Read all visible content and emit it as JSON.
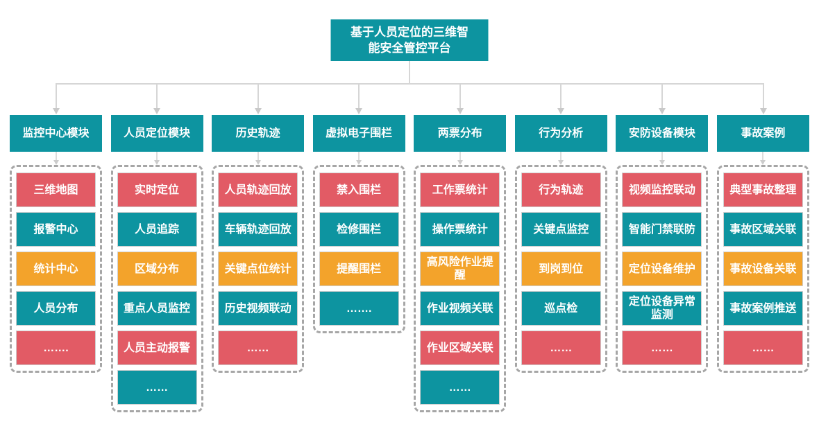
{
  "root": {
    "title": "基于人员定位的三维智能安全管控平台"
  },
  "colors": {
    "teal": "#0D94A0",
    "red": "#E25B65",
    "orange": "#F3A32B",
    "connector": "#d6d6d6",
    "dashed_border": "#a6a6a6"
  },
  "modules": [
    {
      "label": "监控中心模块",
      "items": [
        {
          "label": "三维地图",
          "color": "red"
        },
        {
          "label": "报警中心",
          "color": "teal"
        },
        {
          "label": "统计中心",
          "color": "orange"
        },
        {
          "label": "人员分布",
          "color": "teal"
        },
        {
          "label": "…….",
          "color": "red"
        }
      ]
    },
    {
      "label": "人员定位模块",
      "items": [
        {
          "label": "实时定位",
          "color": "red"
        },
        {
          "label": "人员追踪",
          "color": "teal"
        },
        {
          "label": "区域分布",
          "color": "orange"
        },
        {
          "label": "重点人员监控",
          "color": "teal"
        },
        {
          "label": "人员主动报警",
          "color": "red"
        },
        {
          "label": "……",
          "color": "teal"
        }
      ]
    },
    {
      "label": "历史轨迹",
      "items": [
        {
          "label": "人员轨迹回放",
          "color": "red"
        },
        {
          "label": "车辆轨迹回放",
          "color": "teal"
        },
        {
          "label": "关键点位统计",
          "color": "orange"
        },
        {
          "label": "历史视频联动",
          "color": "teal"
        },
        {
          "label": "……",
          "color": "red"
        }
      ]
    },
    {
      "label": "虚拟电子围栏",
      "items": [
        {
          "label": "禁入围栏",
          "color": "red"
        },
        {
          "label": "检修围栏",
          "color": "teal"
        },
        {
          "label": "提醒围栏",
          "color": "orange"
        },
        {
          "label": "…….",
          "color": "teal"
        }
      ]
    },
    {
      "label": "两票分布",
      "items": [
        {
          "label": "工作票统计",
          "color": "red"
        },
        {
          "label": "操作票统计",
          "color": "teal"
        },
        {
          "label": "高风险作业提醒",
          "color": "orange"
        },
        {
          "label": "作业视频关联",
          "color": "teal"
        },
        {
          "label": "作业区域关联",
          "color": "red"
        },
        {
          "label": "……",
          "color": "teal"
        }
      ]
    },
    {
      "label": "行为分析",
      "items": [
        {
          "label": "行为轨迹",
          "color": "red"
        },
        {
          "label": "关键点监控",
          "color": "teal"
        },
        {
          "label": "到岗到位",
          "color": "orange"
        },
        {
          "label": "巡点检",
          "color": "teal"
        },
        {
          "label": "……",
          "color": "red"
        }
      ]
    },
    {
      "label": "安防设备模块",
      "items": [
        {
          "label": "视频监控联动",
          "color": "red"
        },
        {
          "label": "智能门禁联防",
          "color": "teal"
        },
        {
          "label": "定位设备维护",
          "color": "orange"
        },
        {
          "label": "定位设备异常监测",
          "color": "teal"
        },
        {
          "label": "……",
          "color": "red"
        }
      ]
    },
    {
      "label": "事故案例",
      "items": [
        {
          "label": "典型事故整理",
          "color": "red"
        },
        {
          "label": "事故区域关联",
          "color": "teal"
        },
        {
          "label": "事故设备关联",
          "color": "orange"
        },
        {
          "label": "事故案例推送",
          "color": "teal"
        },
        {
          "label": "……",
          "color": "red"
        }
      ]
    }
  ]
}
